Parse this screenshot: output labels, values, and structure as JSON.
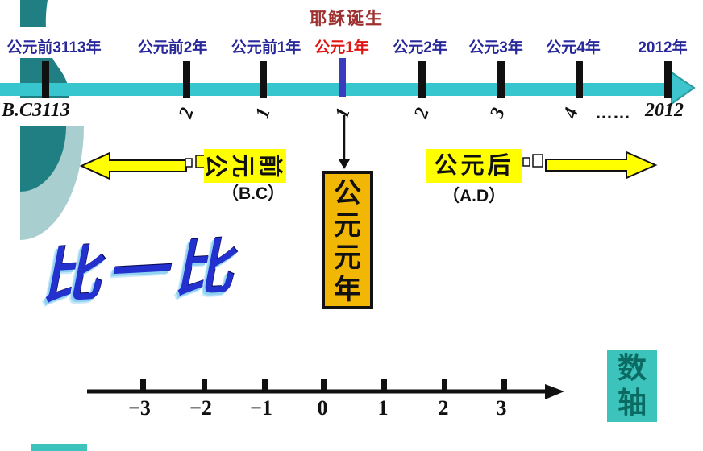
{
  "slide_title": {
    "jesus_birth": "耶稣诞生"
  },
  "timeline": {
    "year_labels": [
      {
        "text": "公元前3113年"
      },
      {
        "text": "公元前2年"
      },
      {
        "text": "公元前1年"
      },
      {
        "text": "公元1年"
      },
      {
        "text": "公元2年"
      },
      {
        "text": "公元3年"
      },
      {
        "text": "公元4年"
      },
      {
        "text": "2012年"
      }
    ],
    "below_origin": "B.C3113",
    "below_numbers": [
      {
        "text": "2"
      },
      {
        "text": "1"
      },
      {
        "text": "1"
      },
      {
        "text": "2"
      },
      {
        "text": "3"
      },
      {
        "text": "4"
      }
    ],
    "ellipsis": "……",
    "below_end": "2012"
  },
  "bc_era": {
    "chars": [
      "公",
      "元",
      "前"
    ],
    "abbr": "（B.C）"
  },
  "ad_era": {
    "label": "公元后",
    "abbr": "（A.D）"
  },
  "origin_box": {
    "text": "公元元年"
  },
  "compare_wordart": {
    "text": "比一比"
  },
  "number_line": {
    "tick_labels": [
      {
        "text": "−3"
      },
      {
        "text": "−2"
      },
      {
        "text": "−1"
      },
      {
        "text": "0"
      },
      {
        "text": "1"
      },
      {
        "text": "2"
      },
      {
        "text": "3"
      }
    ]
  },
  "axis_box": {
    "text": "数轴"
  },
  "colors": {
    "timeline_teal": "#38c6ce",
    "decoration_dark_teal": "#1f7f82",
    "decoration_pale_teal": "#a9ced0",
    "era_yellow": "#ffff00",
    "origin_box_orange": "#f2b705",
    "year_label_navy": "#28289a",
    "highlight_red": "#e11414",
    "title_dark_red": "#9e3030",
    "wordart_blue": "#2431cf",
    "axis_box_teal": "#3cc4bc",
    "axis_text_teal": "#0b6b63",
    "origin_tick_blue": "#3b3bbe"
  }
}
